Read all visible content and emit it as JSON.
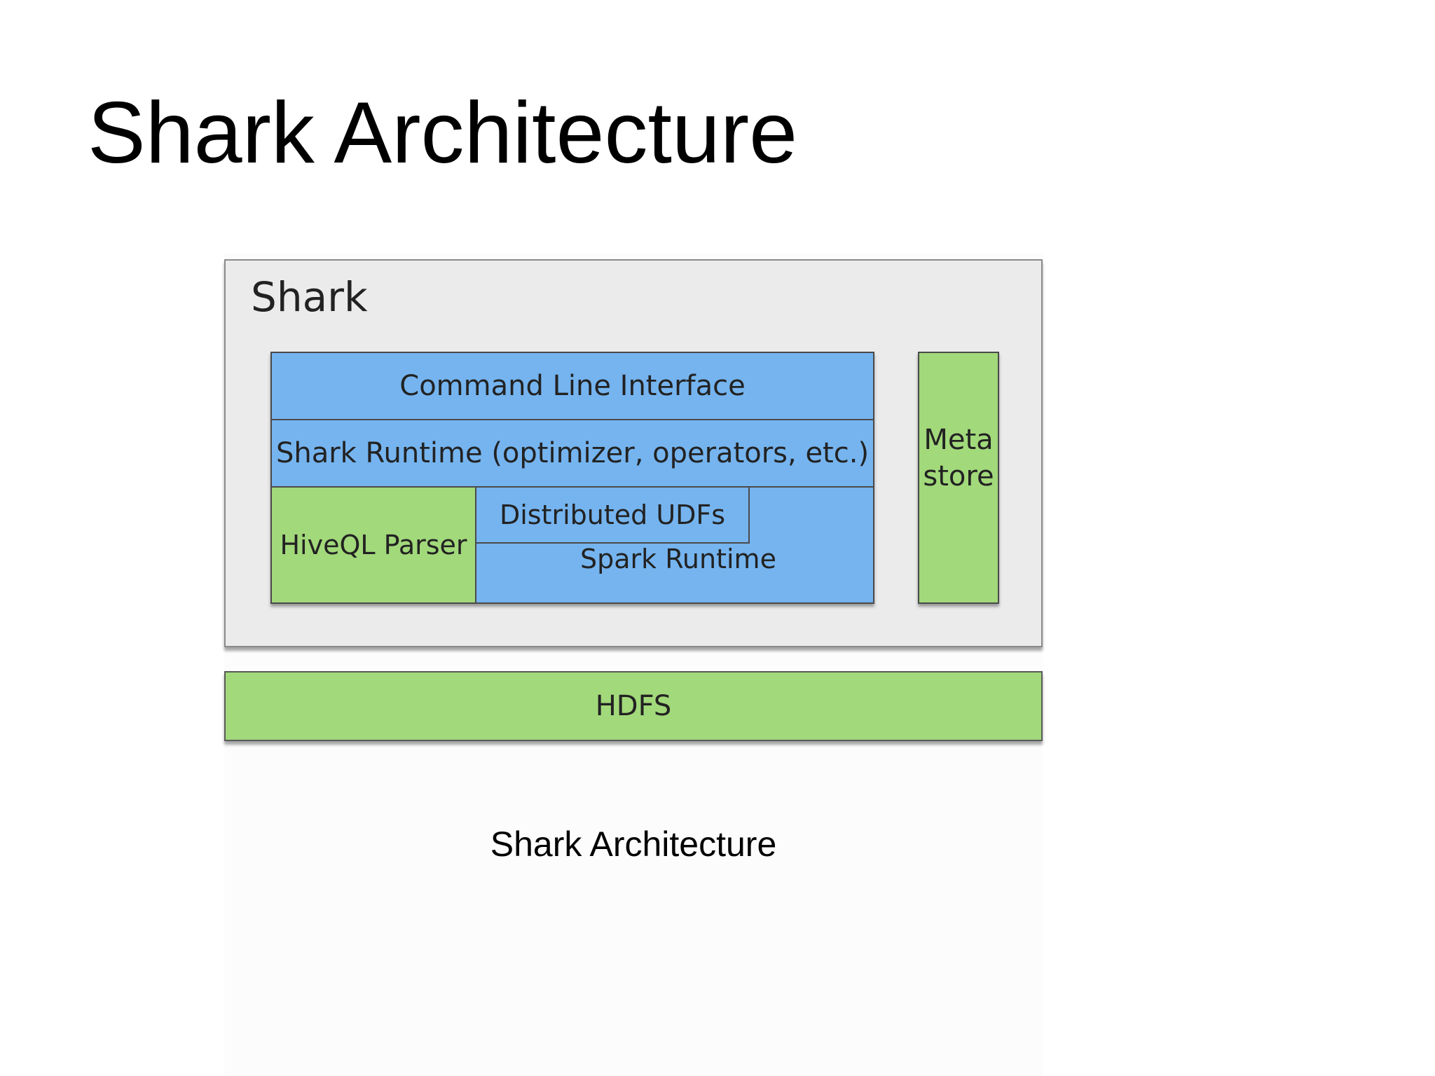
{
  "slide": {
    "title": "Shark Architecture",
    "caption": "Shark Architecture"
  },
  "diagram": {
    "container_label": "Shark",
    "blocks": {
      "cli": "Command Line Interface",
      "runtime": "Shark Runtime (optimizer, operators, etc.)",
      "hiveql": "HiveQL Parser",
      "udfs": "Distributed UDFs",
      "spark": "Spark Runtime",
      "metastore_line1": "Meta",
      "metastore_line2": "store",
      "hdfs": "HDFS"
    },
    "colors": {
      "blue": "#75b4ef",
      "green": "#a2d97b",
      "container": "#ebebeb"
    }
  }
}
